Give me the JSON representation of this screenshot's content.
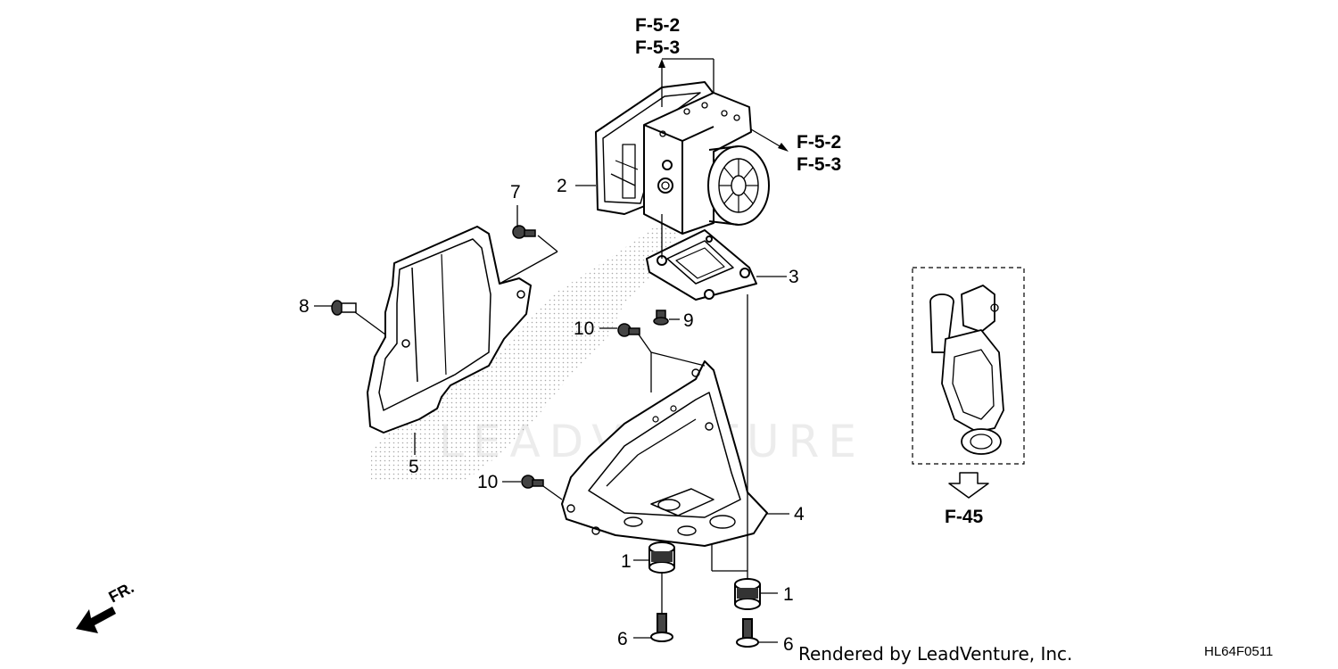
{
  "diagram": {
    "watermark": "LEADVENTURE",
    "callouts": {
      "c1a": "1",
      "c1b": "1",
      "c2": "2",
      "c3": "3",
      "c4": "4",
      "c5": "5",
      "c6a": "6",
      "c6b": "6",
      "c7": "7",
      "c8": "8",
      "c9": "9",
      "c10a": "10",
      "c10b": "10"
    },
    "refs": {
      "top_1": "F-5-2",
      "top_2": "F-5-3",
      "right_1": "F-5-2",
      "right_2": "F-5-3",
      "inset": "F-45"
    },
    "front_label": "FR.",
    "footer": "Rendered by LeadVenture, Inc.",
    "diagram_code": "HL64F0511"
  }
}
